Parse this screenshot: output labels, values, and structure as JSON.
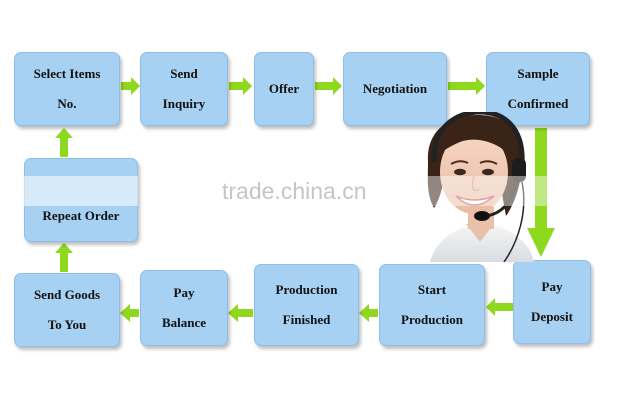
{
  "steps": {
    "select_items": [
      "Select Items",
      "No."
    ],
    "send_inquiry": [
      "Send",
      "Inquiry"
    ],
    "offer": [
      "Offer"
    ],
    "negotiation": [
      "Negotiation"
    ],
    "sample_confirmed": [
      "Sample",
      "Confirmed"
    ],
    "pay_deposit": [
      "Pay",
      "Deposit"
    ],
    "start_production": [
      "Start",
      "Production"
    ],
    "production_finished": [
      "Production",
      "Finished"
    ],
    "pay_balance": [
      "Pay",
      "Balance"
    ],
    "send_goods": [
      "Send Goods",
      "To You"
    ],
    "repeat_order": [
      "Repeat Order"
    ]
  },
  "watermark": "trade.china.cn",
  "colors": {
    "node_fill": "#a7d1f3",
    "arrow": "#8ed81e"
  },
  "image": {
    "subject": "customer service agent with headset",
    "icon": "support-agent-icon"
  }
}
